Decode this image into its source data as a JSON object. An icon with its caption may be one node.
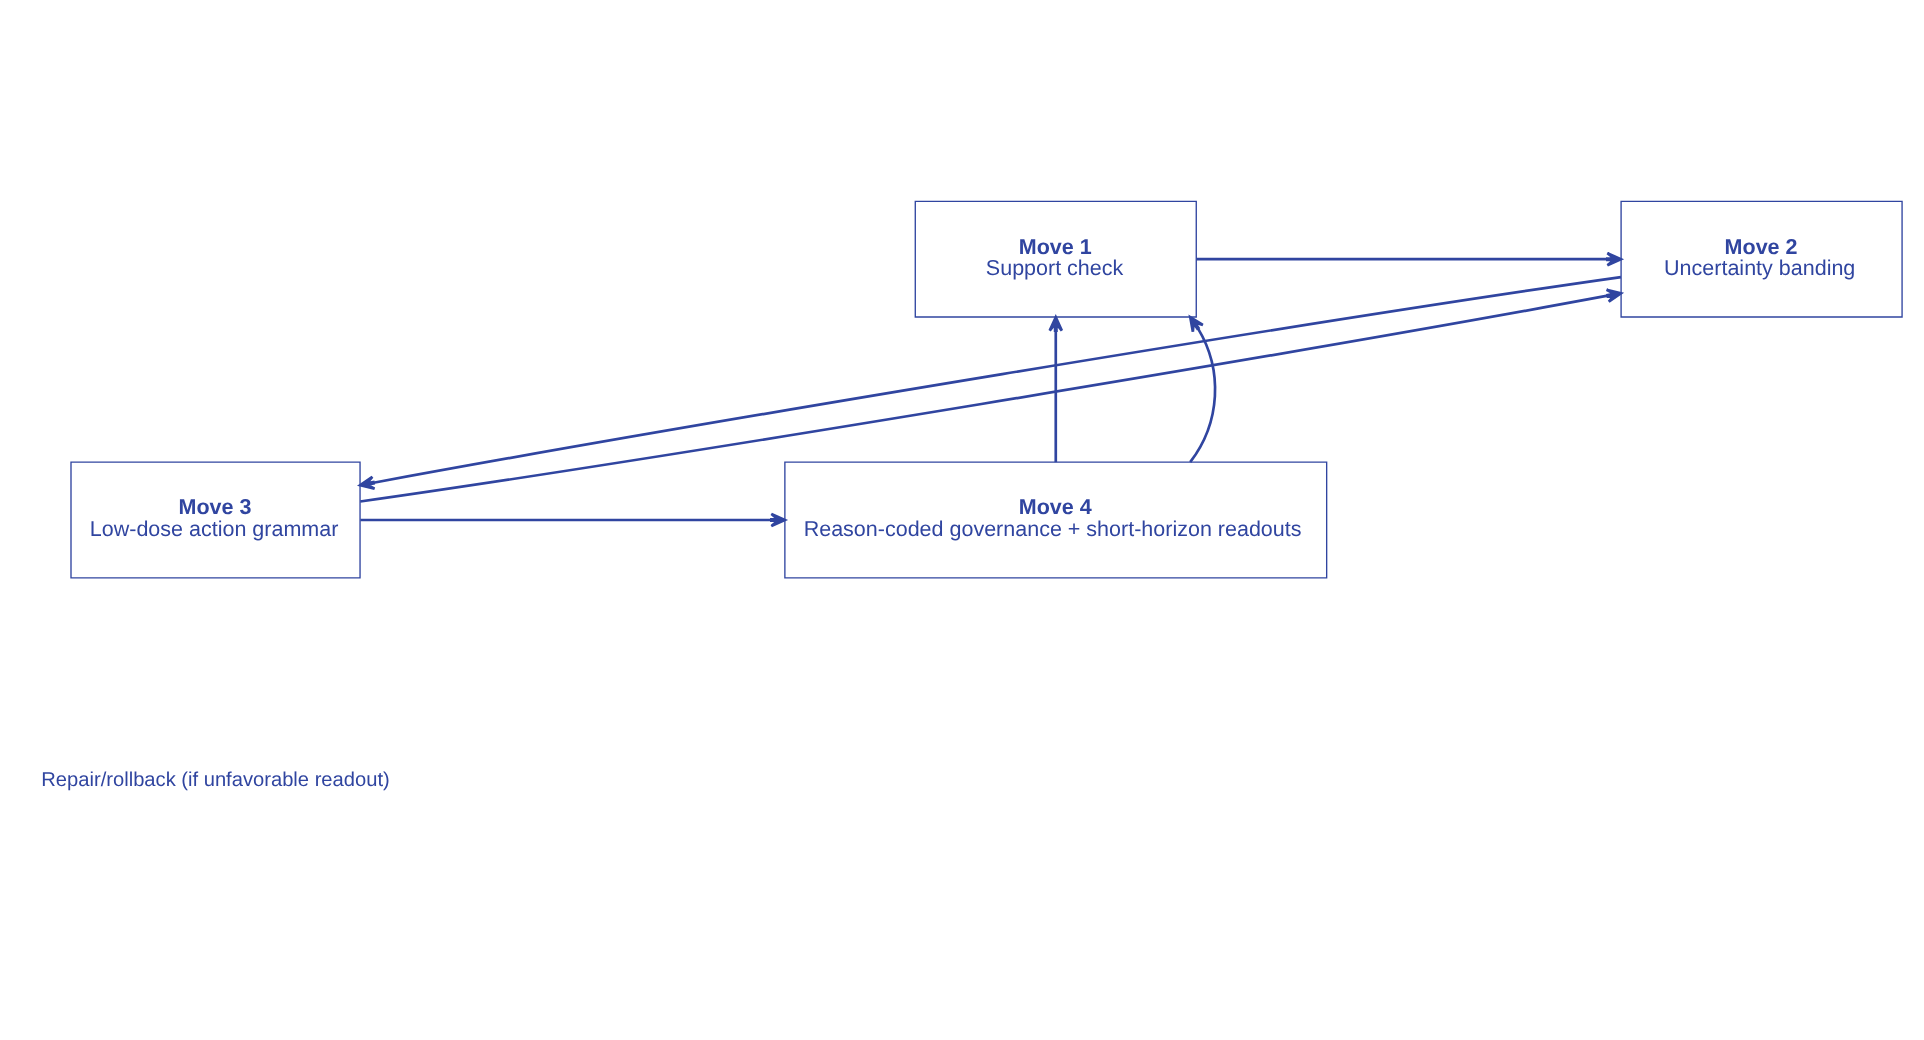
{
  "diagram": {
    "nodes": [
      {
        "text": [
          "Move 1",
          "Support check"
        ]
      },
      {
        "text": [
          "Move 2",
          "Uncertainty banding"
        ]
      },
      {
        "text": [
          "Move 3",
          "Low-dose action grammar"
        ]
      },
      {
        "text": [
          "Move 4",
          "Reason-coded governance + short-horizon readouts"
        ]
      }
    ],
    "edges": [
      {
        "from": 0,
        "to": 1,
        "arrow": "to"
      },
      {
        "from": 1,
        "to": 2,
        "arrow": "to"
      },
      {
        "from": 2,
        "to": 3,
        "arrow": "to"
      },
      {
        "from": 3,
        "to": 0,
        "arrow": "to"
      },
      {
        "from": 3,
        "to": 0,
        "arrow": "to"
      },
      {
        "from": 2,
        "to": 1,
        "arrow": "to"
      }
    ],
    "labels": [
      "Repair/rollback (if unfavorable readout)"
    ]
  }
}
